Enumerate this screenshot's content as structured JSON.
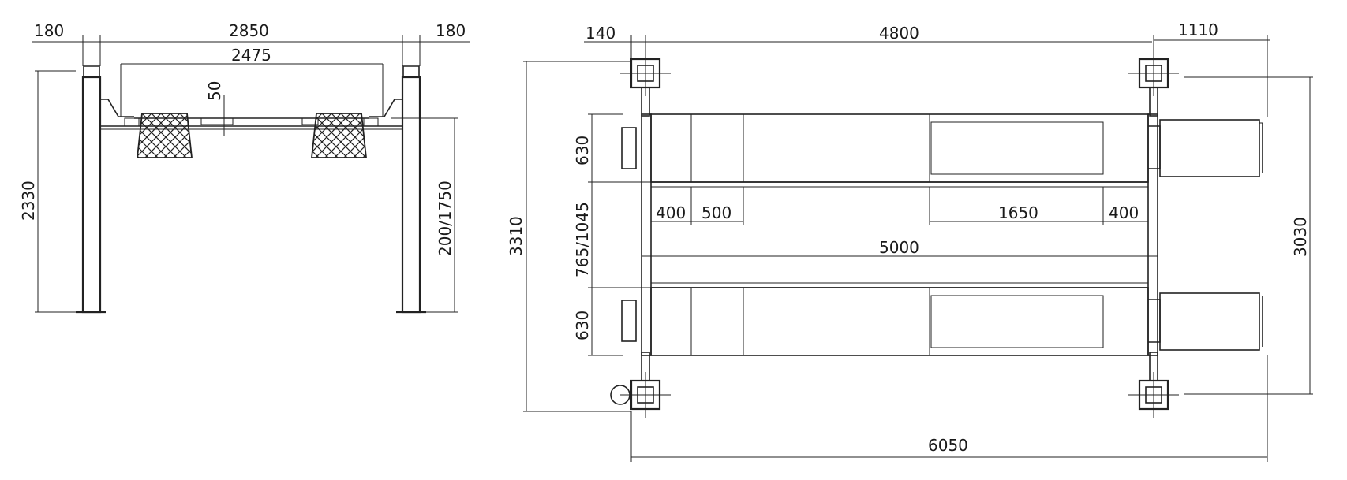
{
  "colors": {
    "line": "#222222",
    "background": "#ffffff"
  },
  "front_view": {
    "dim_left_post": "180",
    "dim_post_span": "2850",
    "dim_right_post": "180",
    "dim_runway_inner": "2475",
    "dim_runway_thickness": "50",
    "dim_height": "2330",
    "dim_lift_height": "200/1750"
  },
  "top_view": {
    "dim_left_offset": "140",
    "dim_post_span": "4800",
    "dim_right_overhang": "1110",
    "dim_overall_width": "3310",
    "dim_runway_width_top": "630",
    "dim_runway_gap": "765/1045",
    "dim_runway_width_bottom": "630",
    "dim_inner_width": "3030",
    "dim_seg_400_left": "400",
    "dim_seg_500": "500",
    "dim_seg_1650": "1650",
    "dim_seg_400_right": "400",
    "dim_runway_length": "5000",
    "dim_overall_length": "6050"
  }
}
